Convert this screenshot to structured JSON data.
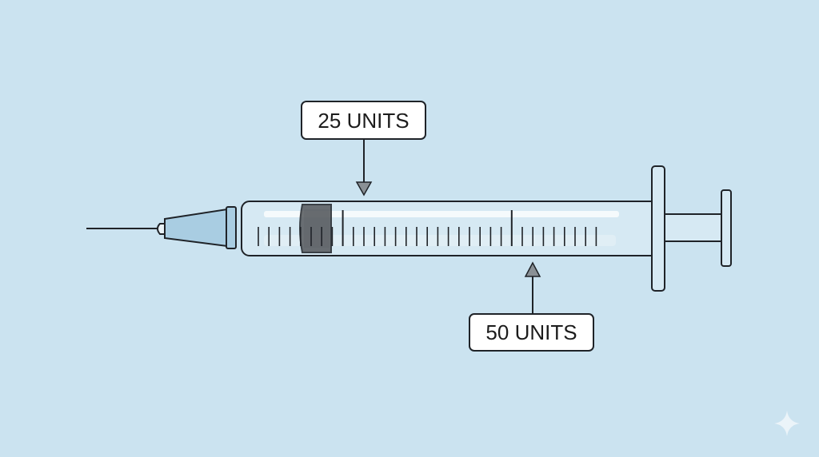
{
  "diagram": {
    "callouts": {
      "upper_label": "25 UNITS",
      "lower_label": "50 UNITS"
    },
    "scale": {
      "minor_tick_count": 33,
      "major_tick_indices": [
        8,
        24
      ]
    },
    "colors": {
      "background": "#cbe3f0",
      "outline": "#1f2328",
      "barrel_fill": "#d6e9f3",
      "needle_hub_fill": "#a9cde2",
      "plunger_stopper": "#55585c",
      "callout_box_fill": "#ffffff"
    },
    "icons": {
      "corner_mark": "sparkle-icon"
    }
  }
}
